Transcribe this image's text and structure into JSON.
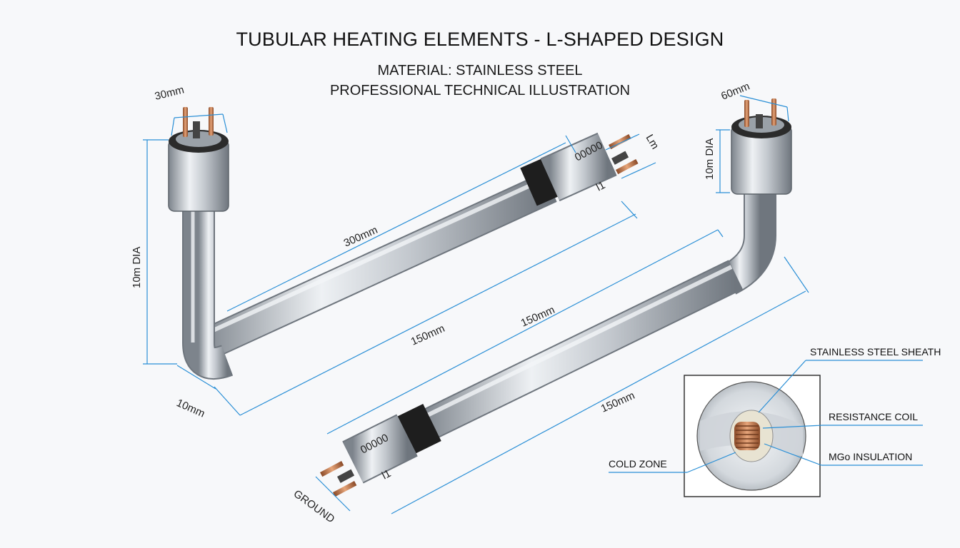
{
  "header": {
    "title": "TUBULAR HEATING ELEMENTS - L-SHAPED DESIGN",
    "subtitle_line1": "MATERIAL: STAINLESS STEEL",
    "subtitle_line2": "PROFESSIONAL TECHNICAL ILLUSTRATION"
  },
  "dimensions": {
    "terminal_left_width": "30mm",
    "terminal_right_width": "60mm",
    "left_vertical_dia": "10m DIA",
    "right_terminal_dia": "10m DIA",
    "upper_length": "300mm",
    "middle_length_a": "150mm",
    "middle_length_b": "150mm",
    "lower_length": "150mm",
    "bend_offset": "10mm",
    "upper_end_label": "Lm",
    "ground_label": "GROUND",
    "terminal_marking_code": "00000",
    "terminal_marking_short": "l1"
  },
  "detail_callouts": {
    "sheath": "STAINLESS STEEL SHEATH",
    "coil": "RESISTANCE COIL",
    "insulation": "MGo INSULATION",
    "cold_zone": "COLD ZONE"
  },
  "colors": {
    "dimension_line": "#2a8fd6",
    "steel_light": "#eef1f4",
    "steel_mid": "#b9bfc6",
    "steel_dark": "#7d848c",
    "copper": "#c8764a",
    "collar": "#2b2b2b"
  }
}
